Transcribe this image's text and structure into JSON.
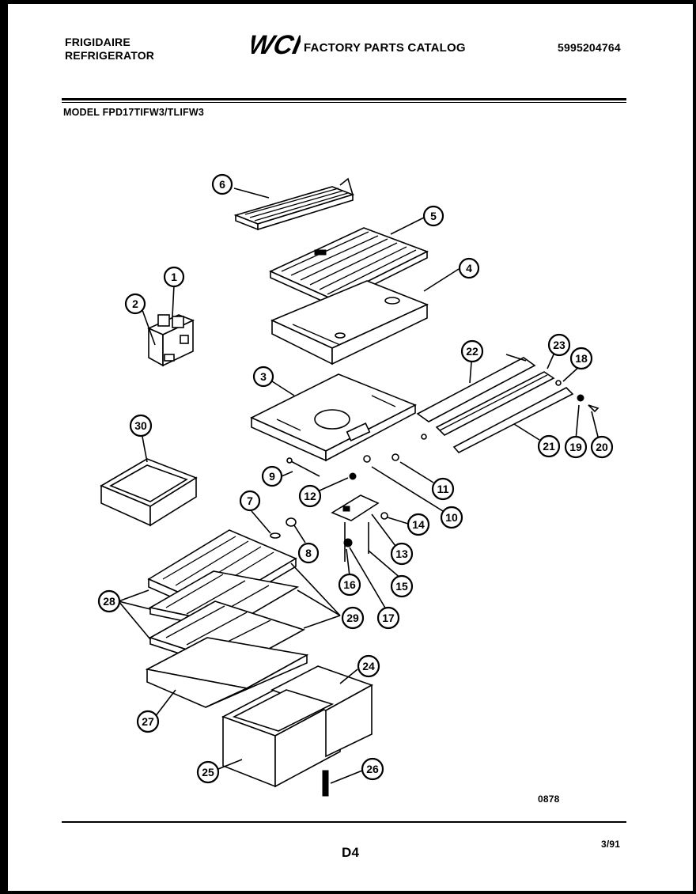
{
  "header": {
    "brand_line1": "FRIGIDAIRE",
    "brand_line2": "REFRIGERATOR",
    "logo_text": "WCI",
    "catalog_title": "FACTORY PARTS CATALOG",
    "part_number": "5995204764",
    "model": "MODEL FPD17TIFW3/TLIFW3"
  },
  "footer": {
    "drawing_code": "0878",
    "page_code": "D4",
    "date_code": "3/91"
  },
  "callouts": [
    {
      "id": "callout-1",
      "label": "1"
    },
    {
      "id": "callout-2",
      "label": "2"
    },
    {
      "id": "callout-3",
      "label": "3"
    },
    {
      "id": "callout-4",
      "label": "4"
    },
    {
      "id": "callout-5",
      "label": "5"
    },
    {
      "id": "callout-6",
      "label": "6"
    },
    {
      "id": "callout-7",
      "label": "7"
    },
    {
      "id": "callout-8",
      "label": "8"
    },
    {
      "id": "callout-9",
      "label": "9"
    },
    {
      "id": "callout-10",
      "label": "10"
    },
    {
      "id": "callout-11",
      "label": "11"
    },
    {
      "id": "callout-12",
      "label": "12"
    },
    {
      "id": "callout-13",
      "label": "13"
    },
    {
      "id": "callout-14",
      "label": "14"
    },
    {
      "id": "callout-15",
      "label": "15"
    },
    {
      "id": "callout-16",
      "label": "16"
    },
    {
      "id": "callout-17",
      "label": "17"
    },
    {
      "id": "callout-18",
      "label": "18"
    },
    {
      "id": "callout-19",
      "label": "19"
    },
    {
      "id": "callout-20",
      "label": "20"
    },
    {
      "id": "callout-21",
      "label": "21"
    },
    {
      "id": "callout-22",
      "label": "22"
    },
    {
      "id": "callout-23",
      "label": "23"
    },
    {
      "id": "callout-24",
      "label": "24"
    },
    {
      "id": "callout-25",
      "label": "25"
    },
    {
      "id": "callout-26",
      "label": "26"
    },
    {
      "id": "callout-27",
      "label": "27"
    },
    {
      "id": "callout-28",
      "label": "28"
    },
    {
      "id": "callout-29",
      "label": "29"
    },
    {
      "id": "callout-30",
      "label": "30"
    }
  ]
}
